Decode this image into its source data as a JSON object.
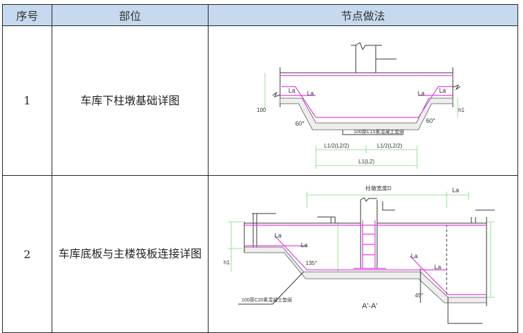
{
  "table": {
    "headers": [
      "序号",
      "部位",
      "节点做法"
    ],
    "rows": [
      {
        "index": "1",
        "location": "车库下柱墩基础详图",
        "drawing": {
          "labels": {
            "la_left_1": "La",
            "la_left_2": "La",
            "la_right_1": "La",
            "la_right_2": "La",
            "angle_left": "60°",
            "angle_right": "60°",
            "dim_100": "100",
            "dim_h1": "h1",
            "cushion": "100厚C15素混凝土垫层",
            "half_left": "L1/2(L2/2)",
            "half_right": "L1/2(L2/2)",
            "full": "L1(L2)"
          }
        }
      },
      {
        "index": "2",
        "location": "车库底板与主楼筏板连接详图",
        "drawing": {
          "labels": {
            "width": "柱墩宽度D",
            "la_top": "La",
            "la_1": "La",
            "la_2": "La",
            "la_3": "La",
            "la_4": "La",
            "angle_135": "135°",
            "angle_45": "45°",
            "dim_h1": "h1",
            "cushion": "100厚C20素混凝土垫层",
            "section": "A'-A'"
          }
        }
      }
    ]
  },
  "colors": {
    "header_bg": "#c6d9ef",
    "rebar": "#e040e0",
    "dimension": "#7fd67f",
    "line": "#333333"
  }
}
